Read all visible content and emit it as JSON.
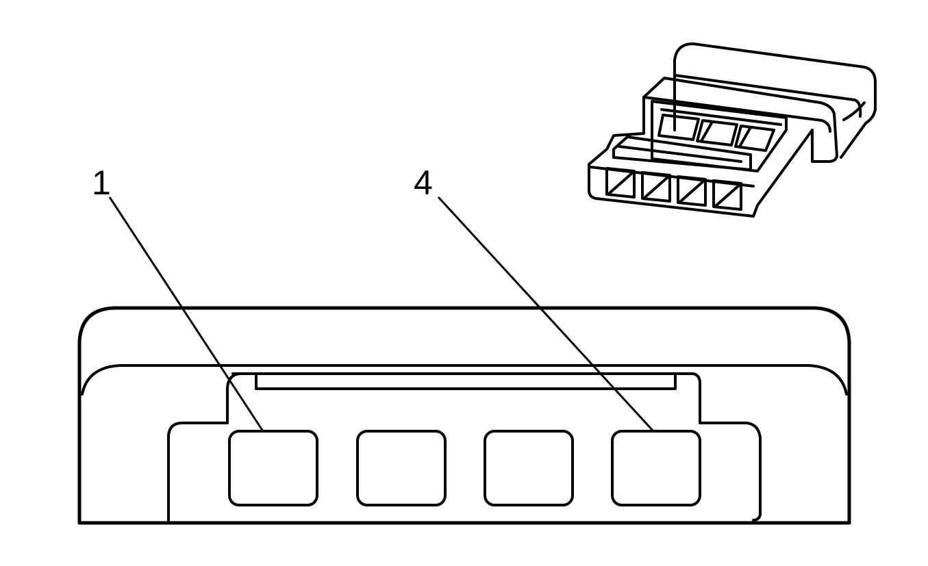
{
  "diagram": {
    "callouts": [
      {
        "id": "pin-1",
        "label": "1"
      },
      {
        "id": "pin-4",
        "label": "4"
      }
    ]
  },
  "colors": {
    "line": "#000000",
    "background": "#ffffff"
  }
}
